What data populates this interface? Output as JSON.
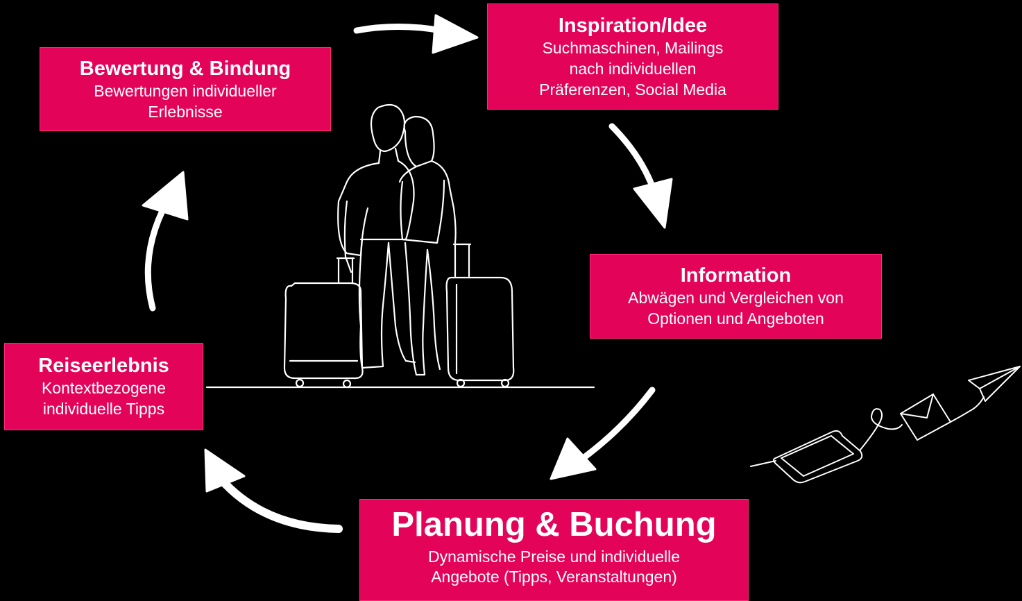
{
  "colors": {
    "accent": "#e3045a",
    "background": "#000000",
    "text": "#ffffff",
    "line": "#ffffff"
  },
  "stages": {
    "bewertung": {
      "title": "Bewertung & Bindung",
      "desc": [
        "Bewertungen individueller",
        "Erlebnisse"
      ]
    },
    "inspiration": {
      "title": "Inspiration/Idee",
      "desc": [
        "Suchmaschinen, Mailings",
        "nach individuellen",
        "Präferenzen, Social Media"
      ]
    },
    "information": {
      "title": "Information",
      "desc": [
        "Abwägen und Vergleichen von",
        "Optionen und Angeboten"
      ]
    },
    "planung": {
      "title": "Planung & Buchung",
      "desc": [
        "Dynamische Preise und individuelle",
        "Angebote (Tipps, Veranstaltungen)"
      ]
    },
    "reise": {
      "title": "Reiseerlebnis",
      "desc": [
        "Kontextbezogene",
        "individuelle Tipps"
      ]
    }
  },
  "illustrations": {
    "center": "couple-with-suitcases-line-drawing",
    "corner": "smartphone-envelope-paper-plane-line-drawing"
  }
}
